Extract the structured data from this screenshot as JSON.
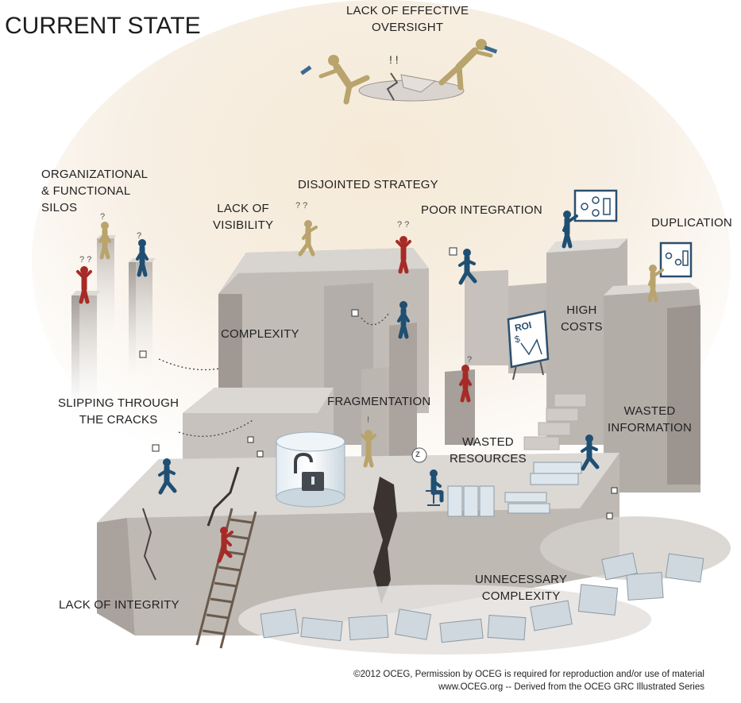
{
  "title": "CURRENT STATE",
  "labels": {
    "oversight": "LACK OF EFFECTIVE\nOVERSIGHT",
    "silos": "ORGANIZATIONAL\n& FUNCTIONAL\nSILOS",
    "disjointed": "DISJOINTED STRATEGY",
    "visibility": "LACK OF\nVISIBILITY",
    "integration": "POOR INTEGRATION",
    "duplication": "DUPLICATION",
    "complexity": "COMPLEXITY",
    "high_costs": "HIGH\nCOSTS",
    "slipping": "SLIPPING THROUGH\nTHE CRACKS",
    "fragmentation": "FRAGMENTATION",
    "wasted_information": "WASTED\nINFORMATION",
    "wasted_resources": "WASTED\nRESOURCES",
    "integrity": "LACK OF INTEGRITY",
    "unnecessary": "UNNECESSARY\nCOMPLEXITY"
  },
  "sign_roi": "ROI",
  "sign_dollar": "$",
  "sleep_z": "z",
  "copyright": "©2012 OCEG, Permission by OCEG is required for reproduction and/or use of material\nwww.OCEG.org -- Derived from the OCEG GRC Illustrated Series",
  "colors": {
    "red": "#a62b27",
    "blue": "#1f4f72",
    "gold": "#b8a46c",
    "stone_light": "#d3cfcb",
    "stone_mid": "#b6b0ab",
    "stone_dark": "#8f8782"
  }
}
